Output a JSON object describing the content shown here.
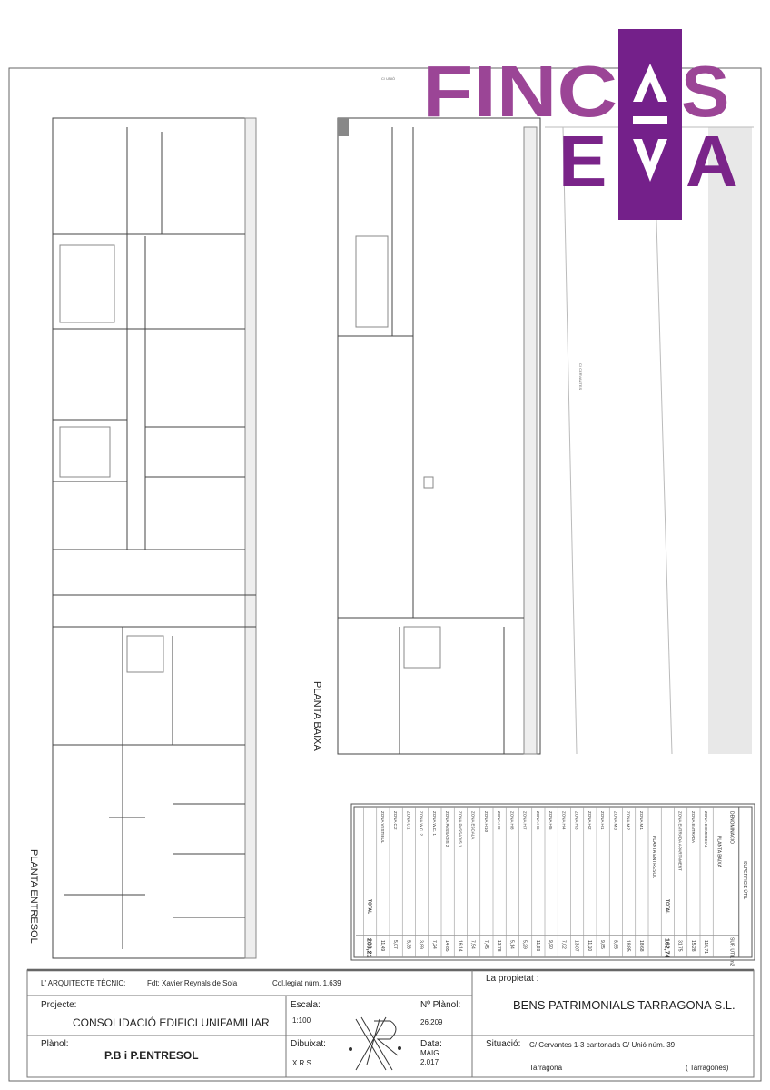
{
  "logo": {
    "line1": "FINCAS",
    "line2": "EVA",
    "colors": {
      "light": "#9b4596",
      "dark": "#7a2489",
      "box": "#74208a"
    }
  },
  "plans": {
    "planta_baixa": "PLANTA BAIXA",
    "planta_entresol": "PLANTA ENTRESOL",
    "street_cervantes": "C/ CERVANTES",
    "street_unio": "C/ UNIÓ"
  },
  "table": {
    "header": "SUPERFICIE ÚTIL",
    "col_name": "DENOMINACIÓ",
    "col_value": "SUP. ÚTIL m2",
    "rows": [
      {
        "name": "PLANTA BAIXA",
        "value": "",
        "kind": "section"
      },
      {
        "name": "ZONA COMERCIAL",
        "value": "115,71"
      },
      {
        "name": "ZONA ENTRADA",
        "value": "15,28"
      },
      {
        "name": "ZONA ENTRADA APARTAMENT",
        "value": "31,75"
      },
      {
        "name": "TOTAL",
        "value": "162,74",
        "kind": "total"
      },
      {
        "name": "PLANTA ENTRESOL",
        "value": "",
        "kind": "section"
      },
      {
        "name": "ZONA M.1",
        "value": "18,68"
      },
      {
        "name": "ZONA M.2",
        "value": "18,85"
      },
      {
        "name": "ZONA M.3",
        "value": "8,85"
      },
      {
        "name": "ZONA H.1",
        "value": "9,85"
      },
      {
        "name": "ZONA H.2",
        "value": "11,10"
      },
      {
        "name": "ZONA H.3",
        "value": "13,07"
      },
      {
        "name": "ZONA H.4",
        "value": "7,02"
      },
      {
        "name": "ZONA H.5",
        "value": "9,90"
      },
      {
        "name": "ZONA H.6",
        "value": "11,93"
      },
      {
        "name": "ZONA H.7",
        "value": "5,29"
      },
      {
        "name": "ZONA H.8",
        "value": "5,14"
      },
      {
        "name": "ZONA H.9",
        "value": "13,78"
      },
      {
        "name": "ZONA H.10",
        "value": "7,45"
      },
      {
        "name": "ZONA ESCALA",
        "value": "7,54"
      },
      {
        "name": "ZONA PASSADIS 1",
        "value": "16,14"
      },
      {
        "name": "ZONA PASSADIS 2",
        "value": "14,85"
      },
      {
        "name": "ZONA W.C. 1",
        "value": "7,24"
      },
      {
        "name": "ZONA W.C. 2",
        "value": "3,89"
      },
      {
        "name": "ZONA C.1",
        "value": "5,38"
      },
      {
        "name": "ZONA C.2",
        "value": "5,07"
      },
      {
        "name": "ZONA VESTIBUL",
        "value": "11,49"
      },
      {
        "name": "TOTAL",
        "value": "208,21",
        "kind": "total"
      }
    ]
  },
  "title_block": {
    "architect_label": "L' ARQUITECTE TÈCNIC:",
    "architect_name": "Fdt: Xavier Reynals de Sola",
    "collegiate": "Col.legiat núm. 1.639",
    "owner_label": "La propietat :",
    "owner": "BENS PATRIMONIALS TARRAGONA S.L.",
    "project_label": "Projecte:",
    "project": "CONSOLIDACIÓ EDIFICI UNIFAMILIAR",
    "scale_label": "Escala:",
    "scale": "1:100",
    "plan_no_label": "Nº Plànol:",
    "plan_no": "26.209",
    "plan_label": "Plànol:",
    "plan": "P.B i P.ENTRESOL",
    "drawn_label": "Dibuixat:",
    "drawn": "X.R.S",
    "date_label": "Data:",
    "date_month": "MAIG",
    "date_year": "2.017",
    "location_label": "Situació:",
    "location": "C/ Cervantes 1-3 cantonada C/ Unió núm. 39",
    "city": "Tarragona",
    "region": "( Tarragonès)",
    "stamp": "XR"
  }
}
